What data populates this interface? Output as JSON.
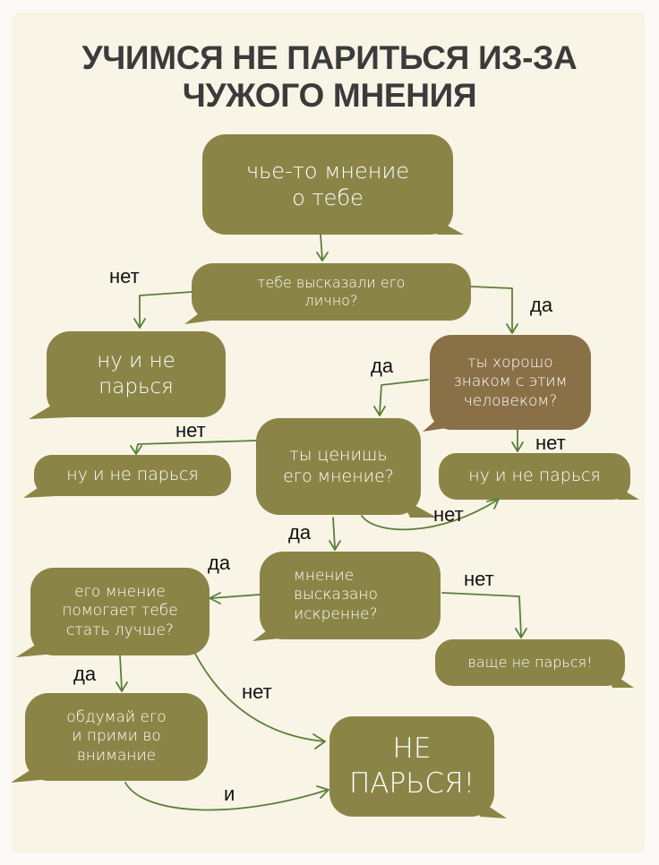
{
  "title": {
    "line1": "УЧИМСЯ НЕ ПАРИТЬСЯ ИЗ-ЗА",
    "line2": "ЧУЖОГО МНЕНИЯ"
  },
  "colors": {
    "bubble": "#8a8547",
    "bubble_brown": "#8a7047",
    "arrow": "#5c7f3a",
    "background": "#f8f4e6"
  },
  "nodes": {
    "start": "чье-то мнение\nо тебе",
    "told_personally": "тебе высказали его\nлично?",
    "dont_care_1": "ну и не\nпарься",
    "know_well": "ты хорошо\nзнаком с этим\nчеловеком?",
    "value_opinion": "ты ценишь\nего мнение?",
    "dont_care_2": "ну и не парься",
    "dont_care_3": "ну и не парься",
    "sincere": "мнение\nвысказано\nискренне?",
    "helps_improve": "его мнение\nпомогает тебе\nстать лучше?",
    "even_more": "ваще не парься!",
    "think_accept": "обдумай его\nи прими во\nвнимание",
    "final": "НЕ\nПАРЬСЯ!"
  },
  "labels": {
    "no_told": "нет",
    "yes_told": "да",
    "yes_know": "да",
    "no_value": "нет",
    "no_know": "нет",
    "no_value_right": "нет",
    "yes_value": "да",
    "yes_sincere": "да",
    "no_sincere": "нет",
    "yes_helps": "да",
    "no_helps": "нет",
    "and": "и"
  }
}
